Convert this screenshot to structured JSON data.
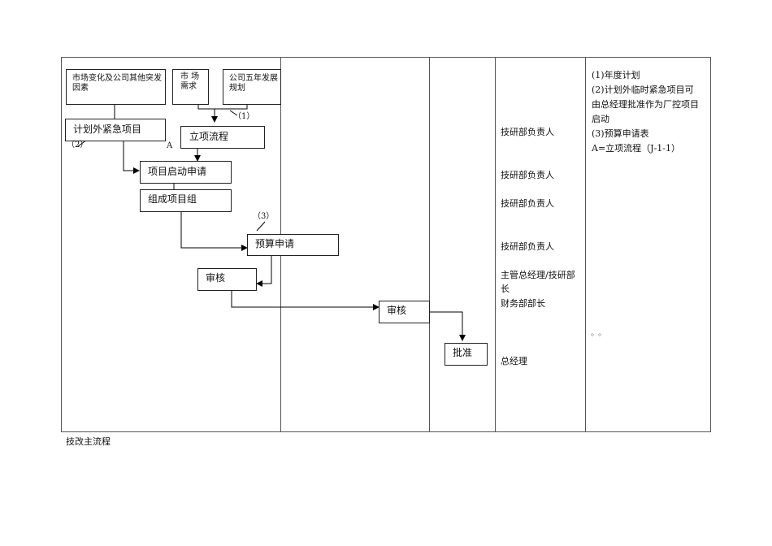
{
  "boxes": {
    "market_change": "市场变化及公司其他突发因素",
    "market_demand": "市 场\n需求",
    "five_year_plan": "公司五年发展规划",
    "unplanned_emergency": "计划外紧急项目",
    "project_approval": "立项流程",
    "project_start_apply": "项目启动申请",
    "form_project_team": "组成项目组",
    "budget_apply": "预算申请",
    "review_1": "审核",
    "review_2": "审核",
    "approve": "批准"
  },
  "labels": {
    "marker_1": "（1）",
    "marker_2": "（2）",
    "marker_3": "（3）",
    "marker_a": "A"
  },
  "roles": [
    "技研部负责人",
    "技研部负责人",
    "技研部负责人",
    "技研部负责人",
    "主管总经理/技研部长",
    "财务部部长",
    "总经理"
  ],
  "notes": [
    "(1)年度计划",
    "(2)计划外临时紧急项目可",
    "由总经理批准作为厂控项目",
    "启动",
    "(3)预算申请表",
    "A=立项流程（J-1-1）"
  ],
  "dots": "。。",
  "caption": "技改主流程"
}
